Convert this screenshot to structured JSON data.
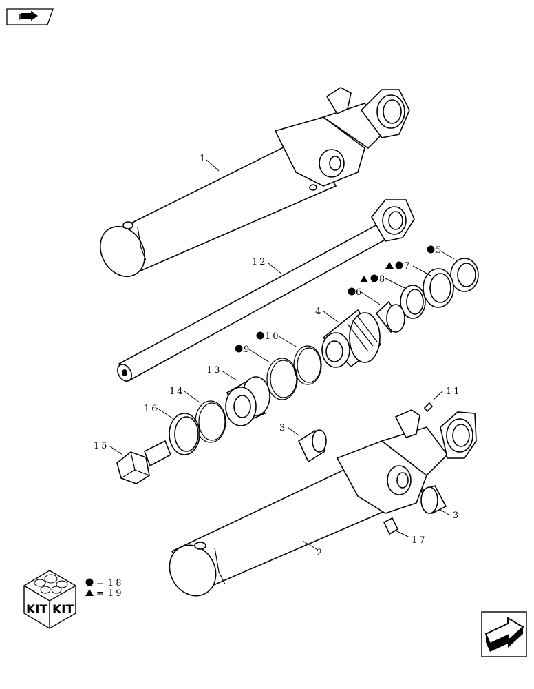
{
  "nav": {
    "back_icon": "back-arrow-icon",
    "forward_icon": "forward-arrow-icon"
  },
  "callouts": {
    "c1": "1",
    "c2": "2",
    "c3a": "3",
    "c3b": "3",
    "c4": "4",
    "c5": "5",
    "c6": "6",
    "c7": "7",
    "c8": "8",
    "c9": "9",
    "c10": "10",
    "c11": "11",
    "c12": "12",
    "c13": "13",
    "c14": "14",
    "c15": "15",
    "c16": "16",
    "c17": "17"
  },
  "kit_legend": {
    "box_text_left": "KIT",
    "box_text_right": "KIT",
    "circle_symbol": "●",
    "triangle_symbol": "▲",
    "equals": "=",
    "circle_kit": "18",
    "triangle_kit": "19"
  }
}
